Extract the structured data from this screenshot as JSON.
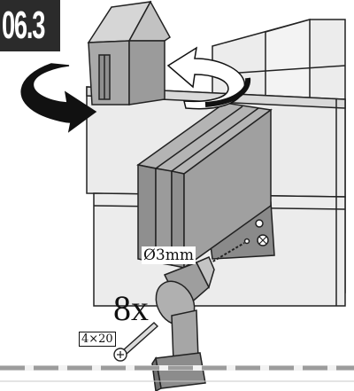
{
  "step": {
    "number": "06.3"
  },
  "labels": {
    "drill_bit": "Ø3mm",
    "quantity": "8x",
    "screw_size": "4×20"
  },
  "colors": {
    "wall_panel": "#e9e9e9",
    "panel_shadow": "#cfcfcf",
    "box_face": "#9a9a9a",
    "box_dark": "#6f6f6f",
    "bracket": "#7d7d7d",
    "drill_body": "#a8a8a8",
    "arrow": "#111111",
    "floor_dash": "#9c9c9c"
  }
}
